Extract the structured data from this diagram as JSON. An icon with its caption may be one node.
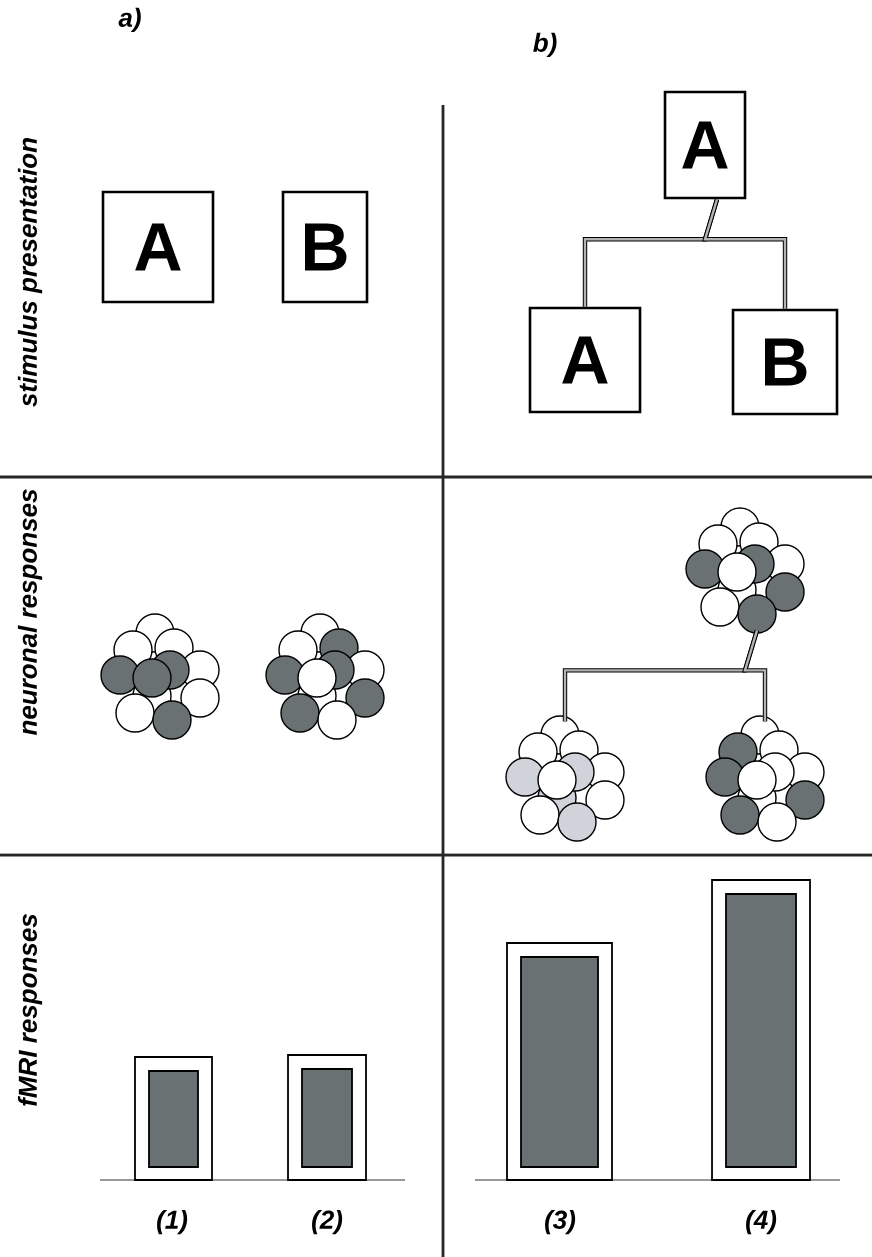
{
  "diagram": {
    "nodes": [
      {
        "text": [
          "A"
        ]
      },
      {
        "text": [
          "B"
        ]
      },
      {
        "text": [
          "A"
        ]
      },
      {
        "text": [
          "A"
        ]
      },
      {
        "text": [
          "B"
        ]
      },
      {
        "text": [],
        "shape": "picture"
      },
      {
        "text": [],
        "shape": "picture"
      },
      {
        "text": [],
        "shape": "picture"
      }
    ],
    "edges": [
      {
        "from": 2,
        "to": 3,
        "arrow": "none"
      },
      {
        "from": 2,
        "to": 4,
        "arrow": "none"
      },
      {
        "from": 5,
        "to": 6,
        "arrow": "none"
      },
      {
        "from": 5,
        "to": 7,
        "arrow": "none"
      }
    ],
    "labels": [
      "a)",
      "b)",
      "stimulus presentation",
      "neuronal responses",
      "fMRI responses",
      "(1)",
      "(2)",
      "(3)",
      "(4)"
    ]
  }
}
